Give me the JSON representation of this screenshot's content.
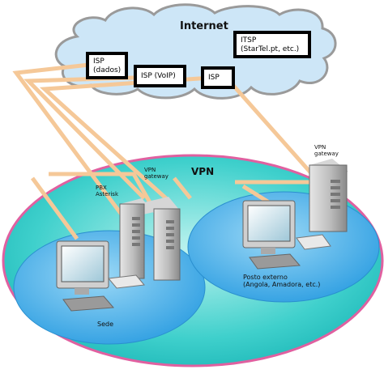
{
  "internet": {
    "title": "Internet"
  },
  "isps": [
    {
      "label": "ISP\n(dados)"
    },
    {
      "label": "ISP (VoIP)"
    },
    {
      "label": "ISP"
    },
    {
      "label": "ITSP\n(StarTel.pt, etc.)"
    }
  ],
  "vpn": {
    "title": "VPN"
  },
  "sede": {
    "label": "Sede",
    "pbx_label": "PBX\nAsterisk",
    "gateway_label": "VPN\ngateway"
  },
  "remote": {
    "label": "Posto externo\n(Angola, Amadora, etc.)",
    "gateway_label": "VPN\ngateway"
  },
  "colors": {
    "cloud_fill": "#cde6f7",
    "cloud_stroke": "#999999",
    "vpn_fill": "#22c8c8",
    "vpn_stroke": "#e060a0",
    "site_fill": "#3aa7e8",
    "link": "#f5c898"
  }
}
